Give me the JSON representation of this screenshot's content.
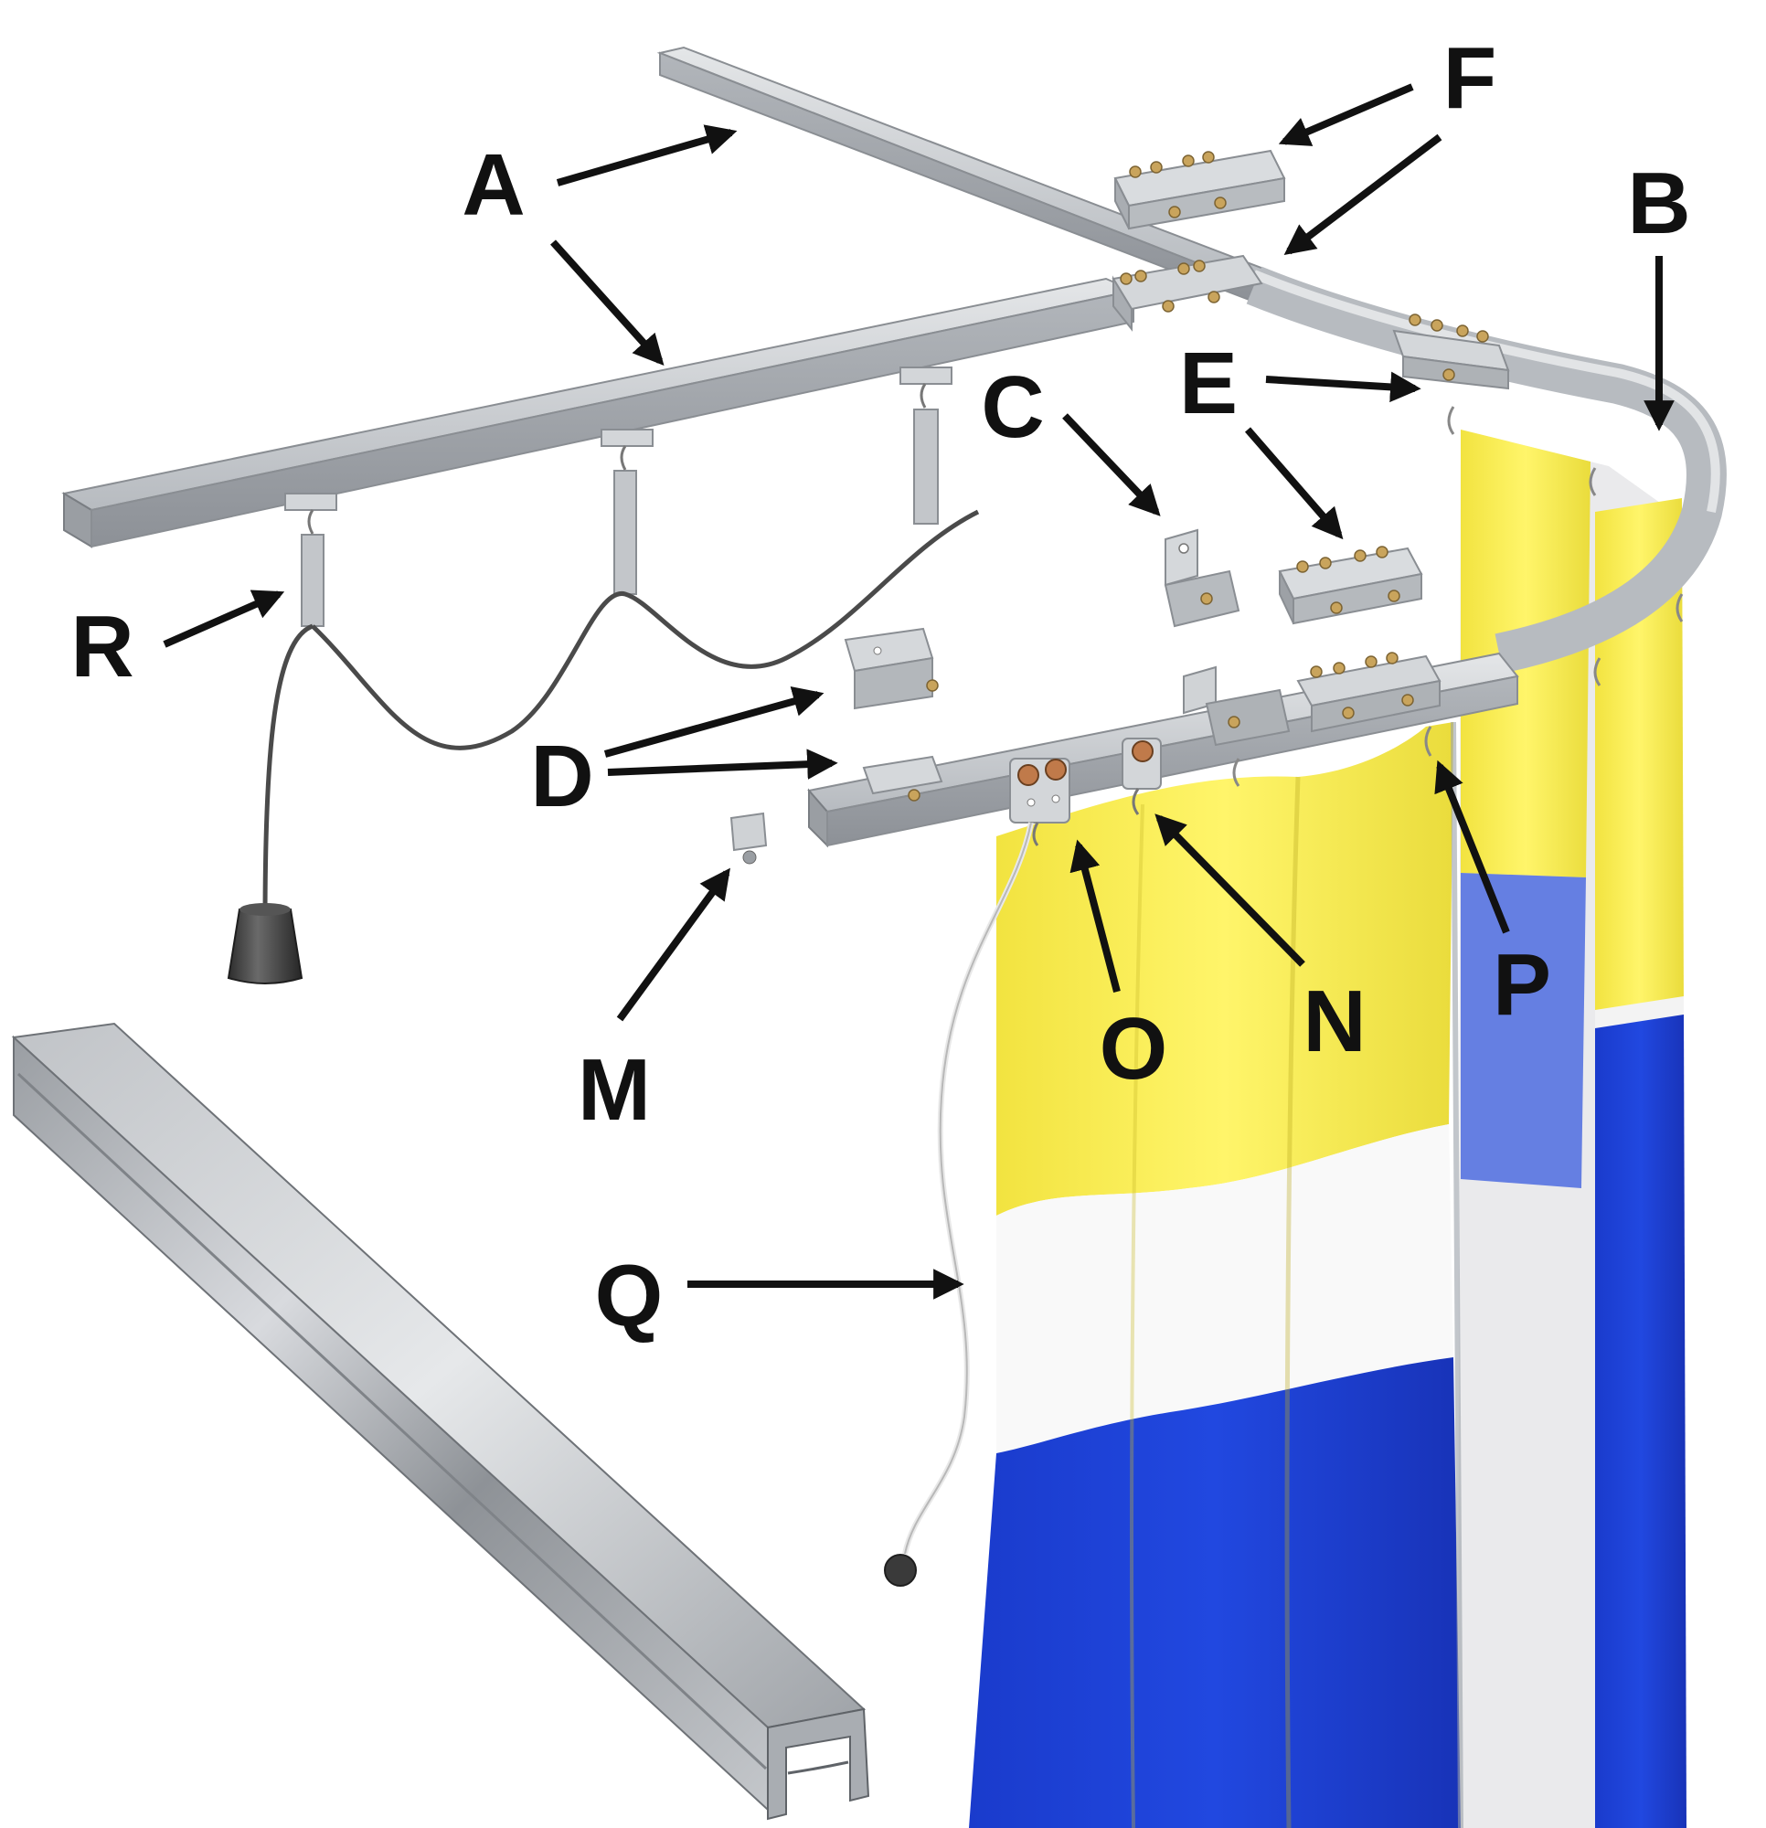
{
  "diagram": {
    "labels": [
      {
        "id": "A",
        "text": "A"
      },
      {
        "id": "B",
        "text": "B"
      },
      {
        "id": "C",
        "text": "C"
      },
      {
        "id": "D",
        "text": "D"
      },
      {
        "id": "E",
        "text": "E"
      },
      {
        "id": "F",
        "text": "F"
      },
      {
        "id": "M",
        "text": "M"
      },
      {
        "id": "N",
        "text": "N"
      },
      {
        "id": "O",
        "text": "O"
      },
      {
        "id": "P",
        "text": "P"
      },
      {
        "id": "Q",
        "text": "Q"
      },
      {
        "id": "R",
        "text": "R"
      }
    ],
    "colors": {
      "rail": "#c9ccd0",
      "curtain_yellow": "#fef25c",
      "curtain_white": "#f7f7f7",
      "curtain_blue": "#1b3fd6",
      "cord": "#4a4a4a",
      "brass": "#c9a45c",
      "arrow": "#111111"
    }
  }
}
